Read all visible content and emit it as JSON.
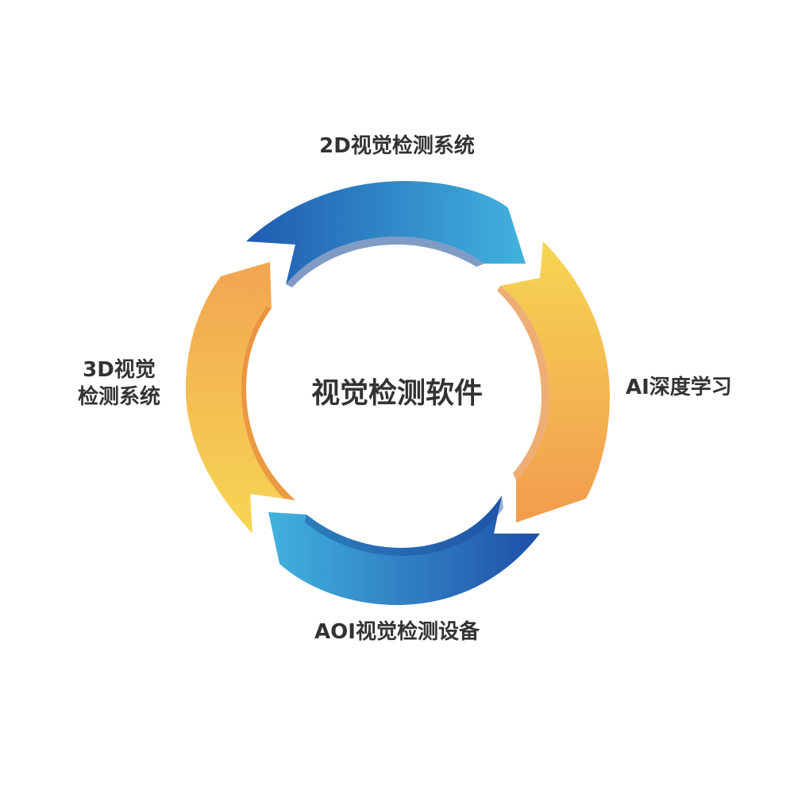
{
  "center": {
    "title": "视觉检测软件"
  },
  "stages": {
    "top": {
      "label": "2D视觉检测系统"
    },
    "right": {
      "label": "AI深度学习"
    },
    "bottom": {
      "label": "AOI视觉检测设备"
    },
    "left": {
      "line1": "3D视觉",
      "line2": "检测系统"
    }
  },
  "colors": {
    "blue_dark": "#1f5bb0",
    "blue_light": "#41b2de",
    "orange_dark": "#f19b4e",
    "orange_light": "#f6d653",
    "text": "#333333"
  }
}
